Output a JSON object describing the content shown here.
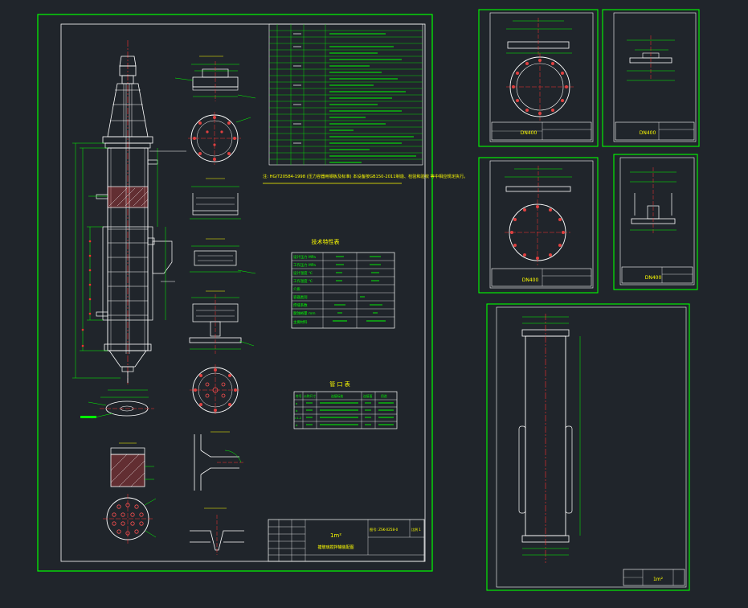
{
  "colors": {
    "background": "#20252b",
    "frame": "#00ff00",
    "line": "#ffffff",
    "axis": "#ff3030",
    "text": "#ffffff",
    "accent": "#ffff00"
  },
  "main_sheet": {
    "note": "注: HG/T20584-1998 (压力容器用钢板及标准) 本设备按GB150-2011制造、检验和验收 等中相应规定执行。",
    "tech_table_title": "技术特性表",
    "tech_rows": [
      "设计压力 MPa",
      "工作压力 MPa",
      "设计温度 ℃",
      "工作温度 ℃",
      "介质",
      "容器类别",
      "焊缝系数",
      "腐蚀裕量 mm",
      "主要材料"
    ],
    "nozzle_table_title": "管 口 表",
    "nozzle_headers": [
      "符号",
      "公称尺寸",
      "连接标准",
      "连接面",
      "用途"
    ],
    "nozzle_rows": [
      "a",
      "b",
      "c1-2",
      "d"
    ],
    "title_block": {
      "product": "1m²",
      "name": "搪玻璃搅拌罐装配图",
      "drawing_no": "图号: ZSK-0258-0",
      "scale": "比例 1"
    }
  },
  "sub_sheets": [
    {
      "label": "DN400"
    },
    {
      "label": "DN400"
    },
    {
      "label": "DN400"
    },
    {
      "label": "DN400"
    }
  ],
  "barrel_sheet": {
    "label": "1m²"
  }
}
